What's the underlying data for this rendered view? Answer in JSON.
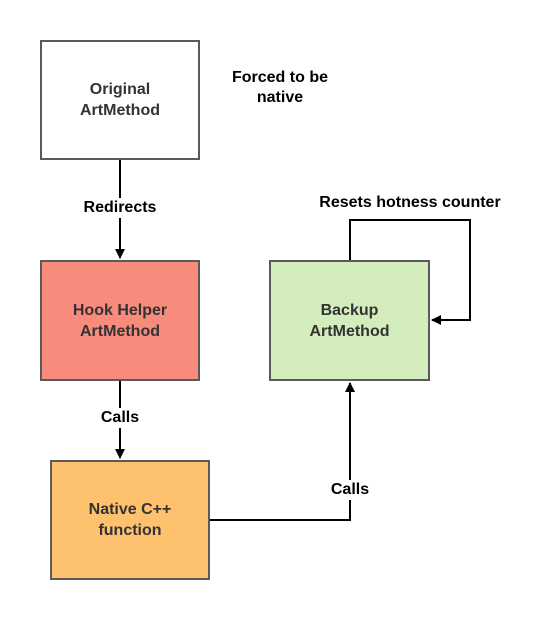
{
  "nodes": {
    "original": {
      "label": "Original\nArtMethod",
      "fill": "#ffffff"
    },
    "hook_helper": {
      "label": "Hook Helper\nArtMethod",
      "fill": "#f88b7c"
    },
    "backup": {
      "label": "Backup\nArtMethod",
      "fill": "#d4edbd"
    },
    "native_function": {
      "label": "Native C++\nfunction",
      "fill": "#fec16d"
    }
  },
  "annotations": {
    "forced_native": "Forced to be\nnative"
  },
  "edges": {
    "redirects": "Redirects",
    "calls_native": "Calls",
    "calls_backup": "Calls",
    "resets": "Resets hotness counter"
  },
  "colors": {
    "border": "#5a5a5a",
    "edge": "#000000"
  }
}
